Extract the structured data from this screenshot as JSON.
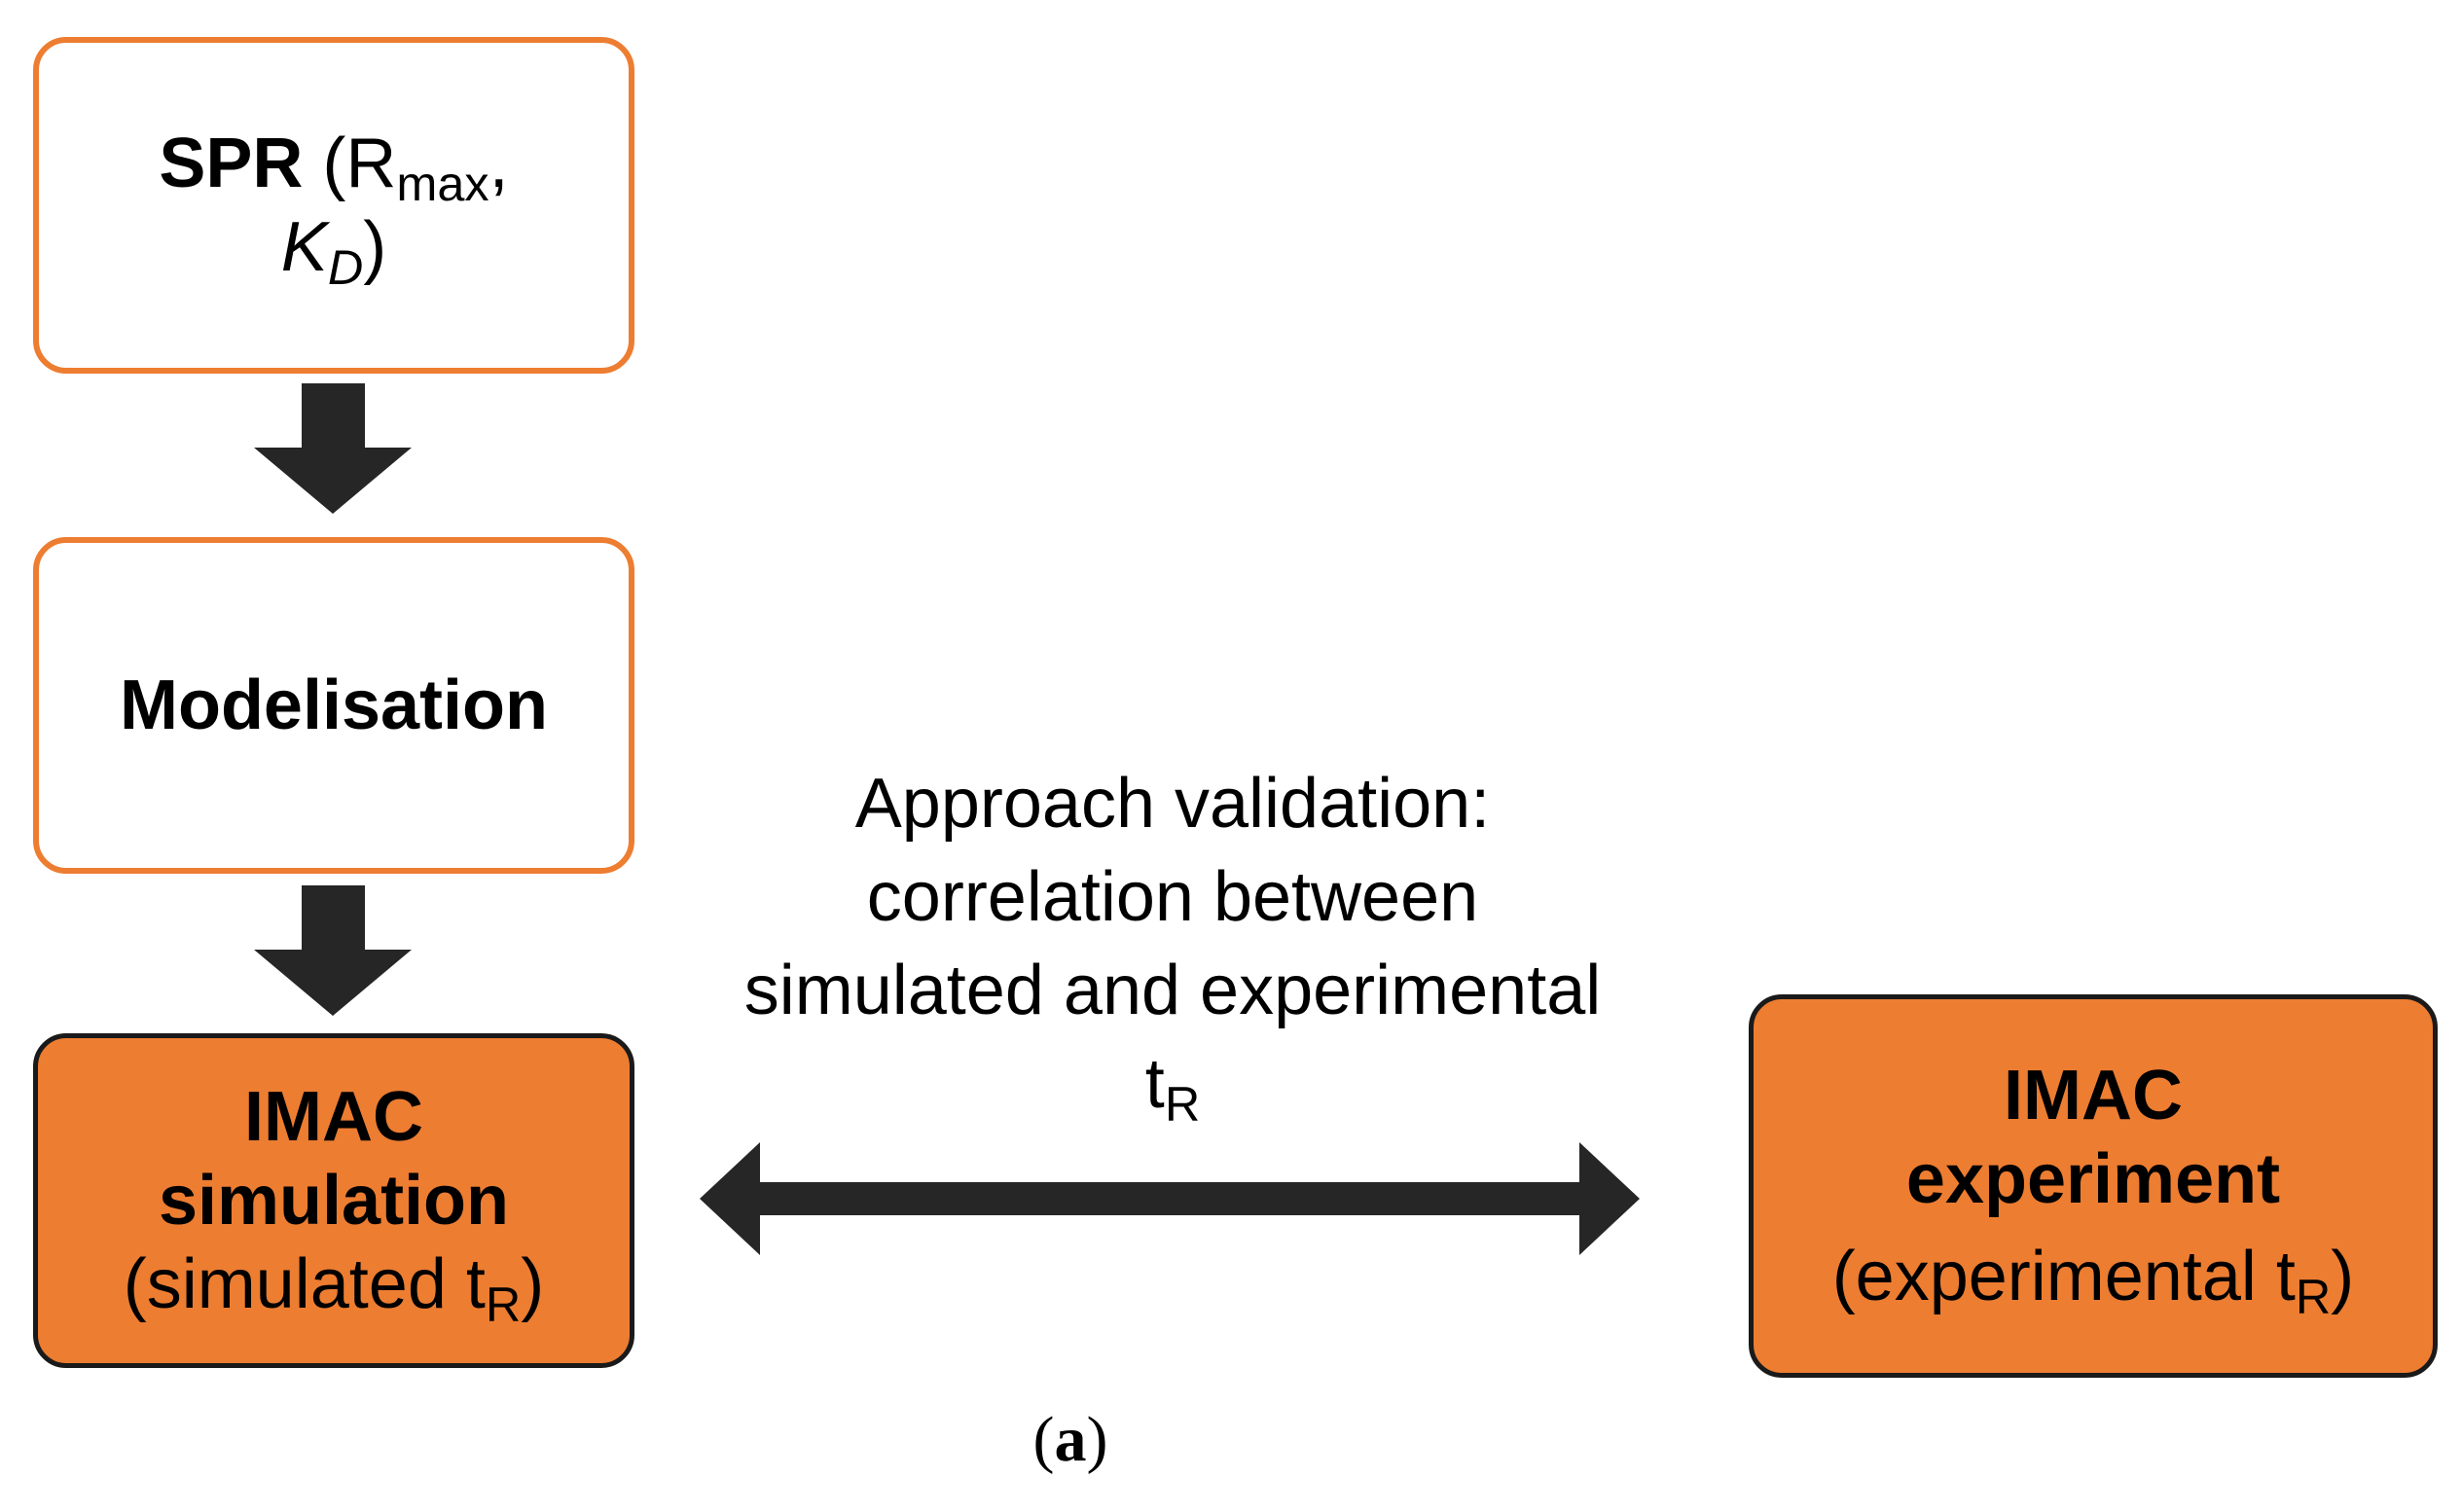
{
  "colors": {
    "accent": "#ED7D31",
    "arrow": "#262626",
    "outline": "#1a1a1a"
  },
  "boxes": {
    "spr": {
      "title": "SPR",
      "open": " (R",
      "sub1": "max",
      "comma": ",",
      "k": "K",
      "sub2": "D",
      "close": ")"
    },
    "modelisation": {
      "title": "Modelisation"
    },
    "imac_simulation": {
      "line1": "IMAC",
      "line2": "simulation",
      "paren_open": "(simulated t",
      "sub": "R",
      "paren_close": ")"
    },
    "imac_experiment": {
      "line1": "IMAC",
      "line2": "experiment",
      "paren_open": "(experimental t",
      "sub": "R",
      "paren_close": ")"
    }
  },
  "annotation": {
    "line1": "Approach validation:",
    "line2": "correlation between",
    "line3": "simulated and experimental",
    "line4_t": "t",
    "line4_sub": "R"
  },
  "caption": {
    "open": "(",
    "letter": "a",
    "close": ")"
  }
}
